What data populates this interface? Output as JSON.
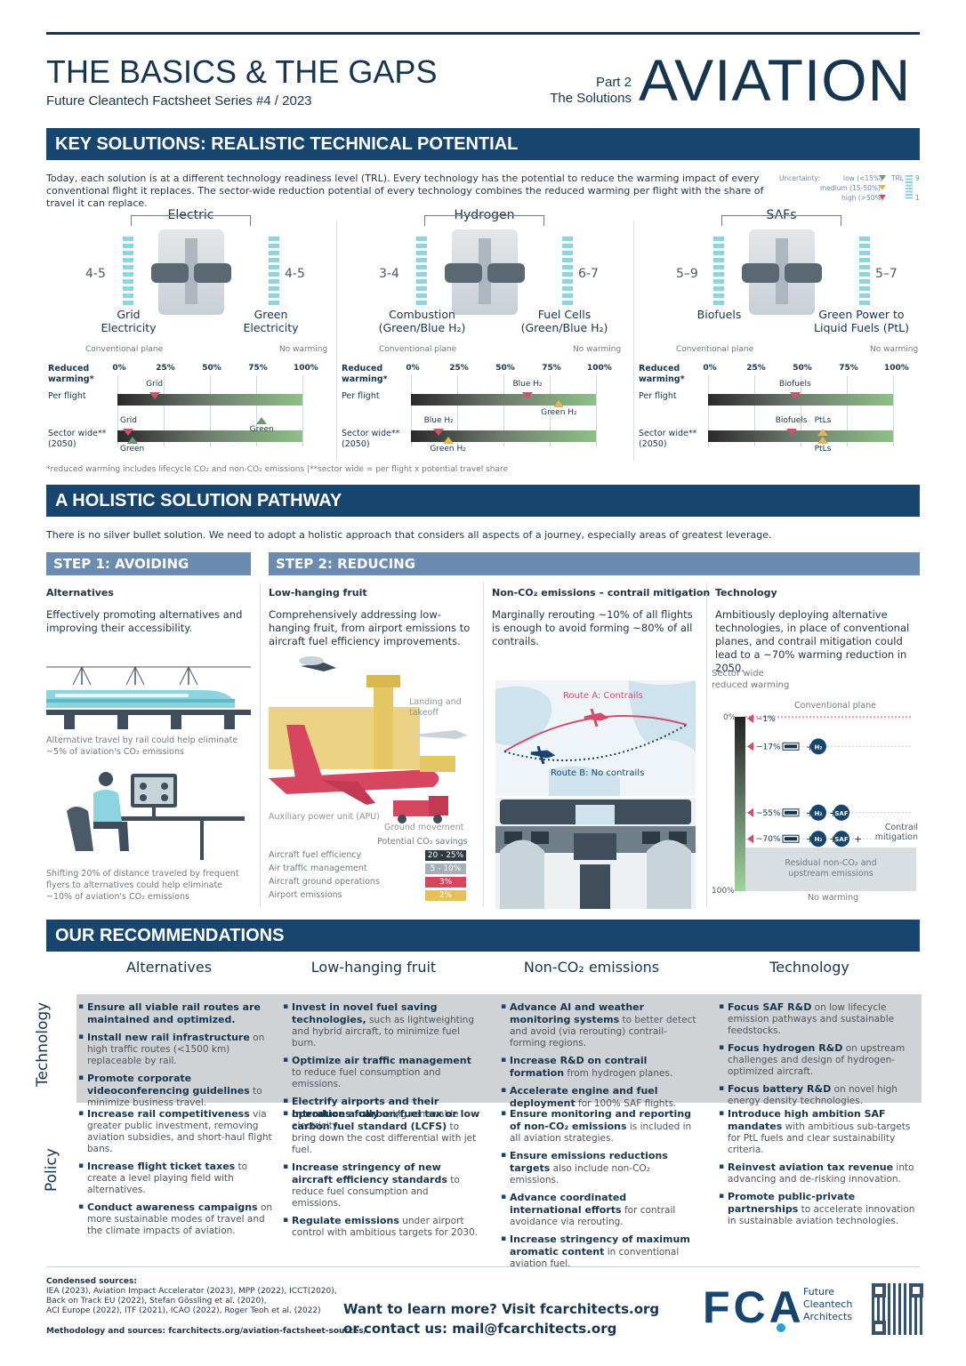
{
  "header": {
    "title": "THE BASICS & THE GAPS",
    "subtitle": "Future Cleantech Factsheet Series #4 / 2023",
    "part": "Part 2",
    "part_sub": "The Solutions",
    "big_title": "AVIATION"
  },
  "key_solutions": {
    "heading": "KEY SOLUTIONS: REALISTIC TECHNICAL POTENTIAL",
    "intro": "Today, each solution is at a different technology readiness level (TRL). Every technology has the potential to reduce the warming impact of every conventional flight it replaces. The sector-wide reduction potential of every technology combines the reduced warming per flight with the share of travel it can replace.",
    "uncertainty_label": "Uncertainty:",
    "uncertainty_low": "low (<15%)",
    "uncertainty_medium": "medium (15-50%)",
    "uncertainty_high": "high (>50%)",
    "trl_label": "TRL",
    "trl_top": "9",
    "trl_bottom": "1",
    "panels": [
      {
        "name": "Electric",
        "left_trl": "4-5",
        "left_label": "Grid\nElectricity",
        "right_trl": "4-5",
        "right_label": "Green\nElectricity",
        "conventional": "Conventional plane",
        "no_warming": "No warming",
        "per_flight_marker": "Grid",
        "sector_top_markers": [
          "Grid",
          "Green"
        ],
        "sector_bottom_marker": "Green"
      },
      {
        "name": "Hydrogen",
        "left_trl": "3-4",
        "left_label": "Combustion\n(Green/Blue H₂)",
        "right_trl": "6-7",
        "right_label": "Fuel Cells\n(Green/Blue H₂)",
        "conventional": "Conventional plane",
        "no_warming": "No warming",
        "per_flight_marker": "Blue H₂",
        "per_flight_bottom": "Green H₂",
        "sector_top_marker": "Blue H₂",
        "sector_bottom_marker": "Green H₂"
      },
      {
        "name": "SAFs",
        "left_trl": "5–9",
        "left_label": "Biofuels",
        "right_trl": "5–7",
        "right_label": "Green Power to\nLiquid Fuels (PtL)",
        "conventional": "Conventional plane",
        "no_warming": "No warming",
        "per_flight_marker": "Biofuels",
        "sector_top_markers": [
          "Biofuels",
          "PtLs"
        ],
        "sector_bottom_marker": "PtLs"
      }
    ],
    "axis_ticks": [
      "0%",
      "25%",
      "50%",
      "75%",
      "100%"
    ],
    "reduced_warming": "Reduced warming*",
    "per_flight": "Per flight",
    "sector_wide": "Sector wide** (2050)",
    "footnote": "*reduced warming includes lifecycle CO₂ and non-CO₂ emissions |**sector wide = per flight x potential travel share"
  },
  "holistic": {
    "heading": "A HOLISTIC SOLUTION PATHWAY",
    "intro": "There is no silver bullet solution. We need to adopt a holistic approach that considers all aspects of a journey, especially areas of greatest leverage.",
    "step1": "STEP 1: AVOIDING",
    "step2": "STEP 2: REDUCING",
    "alternatives": {
      "title": "Alternatives",
      "text": "Effectively promoting alternatives and improving their accessibility.",
      "rail_caption": "Alternative travel by rail could help eliminate ~5% of aviation's CO₂ emissions",
      "flyers_caption": "Shifting 20% of distance traveled by frequent flyers to alternatives could help eliminate ~10% of aviation's CO₂ emissions"
    },
    "low_hanging": {
      "title": "Low-hanging fruit",
      "text": "Comprehensively addressing low-hanging fruit, from airport emissions to aircraft fuel efficiency improvements.",
      "landing": "Landing and takeoff",
      "apu": "Auxiliary power unit (APU)",
      "ground": "Ground movement",
      "savings_title": "Potential CO₂ savings",
      "savings": [
        {
          "label": "Aircraft fuel efficiency",
          "value": "20 - 25%",
          "color": "#2b3a44"
        },
        {
          "label": "Air traffic management",
          "value": "5 - 10%",
          "color": "#a5b0b8"
        },
        {
          "label": "Aircraft ground operations",
          "value": "3%",
          "color": "#d6475f"
        },
        {
          "label": "Airport emissions",
          "value": "2%",
          "color": "#e6c056"
        }
      ]
    },
    "non_co2": {
      "title": "Non-CO₂ emissions – contrail mitigation",
      "text": "Marginally rerouting ~10% of all flights is enough to avoid forming ~80% of all contrails.",
      "route_a": "Route A: Contrails",
      "route_b": "Route B: No contrails"
    },
    "technology": {
      "title": "Technology",
      "text": "Ambitiously deploying alternative technologies, in place of conventional planes, and contrail mitigation could lead to a ~70% warming reduction in 2050.",
      "chart_label": "Sector wide reduced warming",
      "conventional": "Conventional plane",
      "top": "0%",
      "bottom": "100%",
      "levels": [
        "~1%",
        "~17%",
        "~55%",
        "~70%"
      ],
      "h2": "H₂",
      "saf": "SAF",
      "contrail": "Contrail mitigation",
      "residual": "Residual non-CO₂ and upstream emissions",
      "no_warming": "No warming"
    }
  },
  "chart_data": {
    "type": "bar",
    "title": "",
    "categories": [
      "Conventional plane",
      "~1%",
      "~17%",
      "~55%",
      "~70%"
    ],
    "values": [
      0,
      1,
      17,
      55,
      70
    ],
    "ylim": [
      0,
      100
    ]
  },
  "recommendations": {
    "heading": "OUR RECOMMENDATIONS",
    "columns": [
      "Alternatives",
      "Low-hanging fruit",
      "Non-CO₂ emissions",
      "Technology"
    ],
    "row_tech": "Technology",
    "row_policy": "Policy",
    "tech": [
      [
        {
          "b": "Ensure all viable rail routes are maintained and optimized.",
          "t": ""
        },
        {
          "b": "Install new rail infrastructure",
          "t": " on high traffic routes (<1500 km) replaceable by rail."
        },
        {
          "b": "Promote corporate videoconferencing guidelines",
          "t": " to minimize business travel."
        }
      ],
      [
        {
          "b": "Invest in novel fuel saving technologies,",
          "t": " such as lightweighting and hybrid aircraft, to minimize fuel burn."
        },
        {
          "b": "Optimize air traffic management",
          "t": " to reduce fuel consumption and emissions."
        },
        {
          "b": "Electrify airports and their operations fully",
          "t": " using renewable electricity."
        }
      ],
      [
        {
          "b": "Advance AI and weather monitoring systems",
          "t": " to better detect and avoid (via rerouting) contrail-forming regions."
        },
        {
          "b": "Increase R&D on contrail formation",
          "t": " from hydrogen planes."
        },
        {
          "b": "Accelerate engine and fuel deployment",
          "t": " for 100% SAF flights."
        }
      ],
      [
        {
          "b": "Focus SAF R&D",
          "t": " on low lifecycle emission pathways and sustainable feedstocks."
        },
        {
          "b": "Focus hydrogen R&D",
          "t": " on upstream challenges and design of hydrogen-optimized aircraft."
        },
        {
          "b": "Focus battery R&D",
          "t": " on novel high energy density technologies."
        }
      ]
    ],
    "policy": [
      [
        {
          "b": "Increase rail competitiveness",
          "t": " via greater public investment, removing aviation subsidies, and short-haul flight bans."
        },
        {
          "b": "Increase flight ticket taxes",
          "t": " to create a level playing field with alternatives."
        },
        {
          "b": "Conduct awareness campaigns",
          "t": " on more sustainable modes of travel and the climate impacts of aviation."
        }
      ],
      [
        {
          "b": "Introduce a carbon/fuel tax or low carbon fuel standard (LCFS)",
          "t": " to bring down the cost differential with jet fuel."
        },
        {
          "b": "Increase stringency of new aircraft efficiency standards",
          "t": " to reduce fuel consumption and emissions."
        },
        {
          "b": "Regulate emissions",
          "t": " under airport control with ambitious targets for 2030."
        }
      ],
      [
        {
          "b": "Ensure monitoring and reporting of non-CO₂ emissions",
          "t": " is included in all aviation strategies."
        },
        {
          "b": "Ensure emissions reductions targets",
          "t": " also include non-CO₂ emissions."
        },
        {
          "b": "Advance coordinated international efforts",
          "t": " for contrail avoidance via rerouting."
        },
        {
          "b": "Increase stringency of maximum aromatic content",
          "t": " in conventional aviation fuel."
        }
      ],
      [
        {
          "b": "Introduce high ambition SAF mandates",
          "t": " with ambitious sub-targets for PtL fuels and clear sustainability criteria."
        },
        {
          "b": "Reinvest aviation tax revenue",
          "t": " into advancing and de-risking innovation."
        },
        {
          "b": "Promote public-private partnerships",
          "t": " to accelerate innovation in sustainable aviation technologies."
        }
      ]
    ]
  },
  "footer": {
    "sources_title": "Condensed sources:",
    "sources_1": "IEA (2023), Aviation Impact Accelerator (2023), MPP (2022), ICCT(2020),",
    "sources_2": "Back on Track EU (2022), Stefan Gössling et al. (2020),",
    "sources_3": "ACI Europe (2022), ITF (2021), ICAO (2022), Roger Teoh et al. (2022)",
    "methodology": "Methodology and sources: fcarchitects.org/aviation-factsheet-sources/",
    "cta_1": "Want to learn more? Visit fcarchitects.org",
    "cta_2": "or contact us: mail@fcarchitects.org",
    "logo": "FCA",
    "logo_name": "Future\nCleantech\nArchitects",
    "brand_color": "#17456d",
    "accent_color": "#2a9fd0"
  }
}
